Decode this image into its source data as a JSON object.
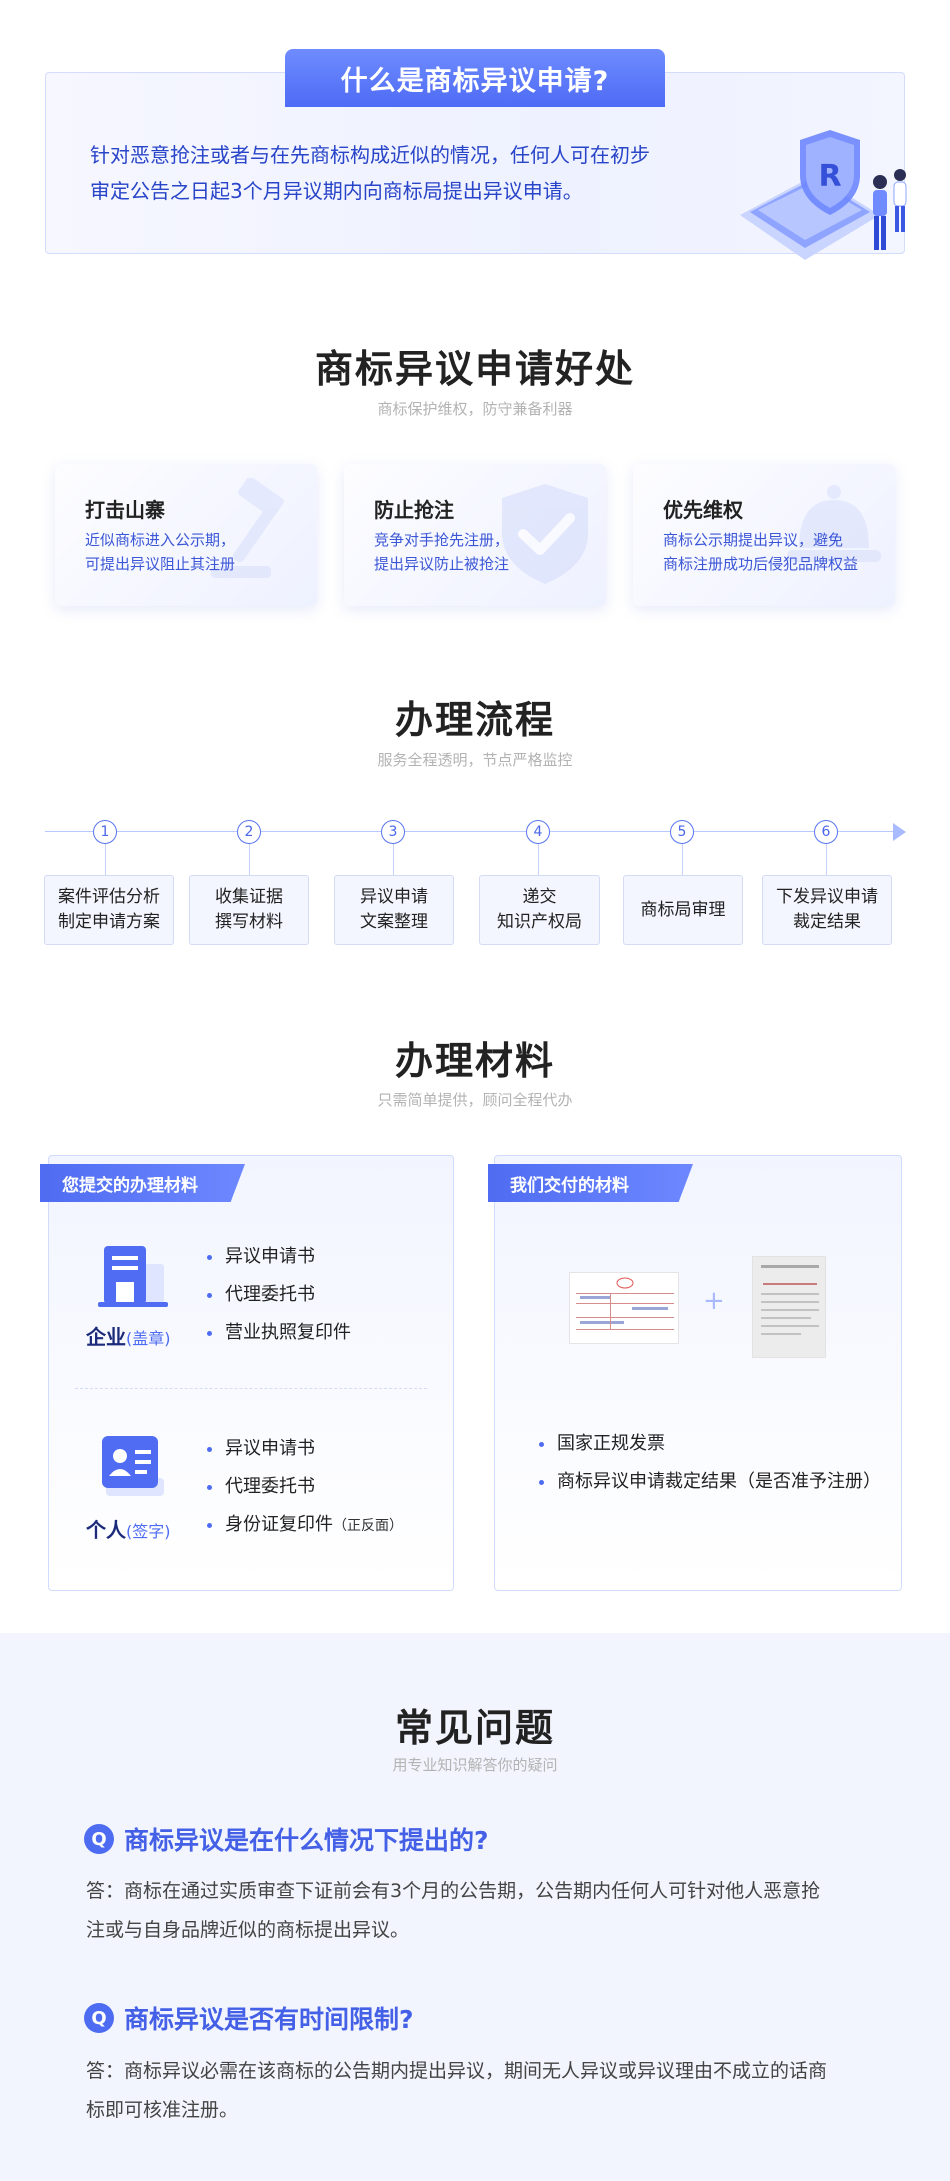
{
  "intro": {
    "tab_title": "什么是商标异议申请?",
    "text_line1": "针对恶意抢注或者与在先商标构成近似的情况，任何人可在初步",
    "text_line2": "审定公告之日起3个月异议期内向商标局提出异议申请。",
    "illustration_letter": "R"
  },
  "benefits": {
    "title": "商标异议申请好处",
    "subtitle": "商标保护维权，防守兼备利器",
    "items": [
      {
        "title": "打击山寨",
        "desc1": "近似商标进入公示期，",
        "desc2": "可提出异议阻止其注册",
        "icon": "gavel-icon"
      },
      {
        "title": "防止抢注",
        "desc1": "竞争对手抢先注册，",
        "desc2": "提出异议防止被抢注",
        "icon": "shield-check-icon"
      },
      {
        "title": "优先维权",
        "desc1": "商标公示期提出异议，避免",
        "desc2": "商标注册成功后侵犯品牌权益",
        "icon": "bell-icon"
      }
    ]
  },
  "process": {
    "title": "办理流程",
    "subtitle": "服务全程透明，节点严格监控",
    "steps": [
      {
        "num": "1",
        "line1": "案件评估分析",
        "line2": "制定申请方案"
      },
      {
        "num": "2",
        "line1": "收集证据",
        "line2": "撰写材料"
      },
      {
        "num": "3",
        "line1": "异议申请",
        "line2": "文案整理"
      },
      {
        "num": "4",
        "line1": "递交",
        "line2": "知识产权局"
      },
      {
        "num": "5",
        "line1": "商标局审理",
        "line2": ""
      },
      {
        "num": "6",
        "line1": "下发异议申请",
        "line2": "裁定结果"
      }
    ]
  },
  "materials": {
    "title": "办理材料",
    "subtitle": "只需简单提供，顾问全程代办",
    "left_tag": "您提交的办理材料",
    "right_tag": "我们交付的材料",
    "company": {
      "label": "企业",
      "note": "(盖章)",
      "items": [
        "异议申请书",
        "代理委托书",
        "营业执照复印件"
      ]
    },
    "person": {
      "label": "个人",
      "note": "(签字)",
      "items": [
        "异议申请书",
        "代理委托书",
        "身份证复印件"
      ],
      "item3_note": "（正反面）"
    },
    "plus": "+",
    "deliver_items": [
      "国家正规发票",
      "商标异议申请裁定结果（是否准予注册）"
    ]
  },
  "faq": {
    "title": "常见问题",
    "subtitle": "用专业知识解答你的疑问",
    "badge": "Q",
    "items": [
      {
        "q": "商标异议是在什么情况下提出的?",
        "a1": "答：商标在通过实质审查下证前会有3个月的公告期，公告期内任何人可针对他人恶意抢",
        "a2": "注或与自身品牌近似的商标提出异议。"
      },
      {
        "q": "商标异议是否有时间限制?",
        "a1": "答：商标异议必需在该商标的公告期内提出异议，期间无人异议或异议理由不成立的话商",
        "a2": "标即可核准注册。"
      }
    ]
  },
  "colors": {
    "accent": "#4e6cf2",
    "text_blue": "#2844c8",
    "faq_bg": "#f3f5fe"
  }
}
